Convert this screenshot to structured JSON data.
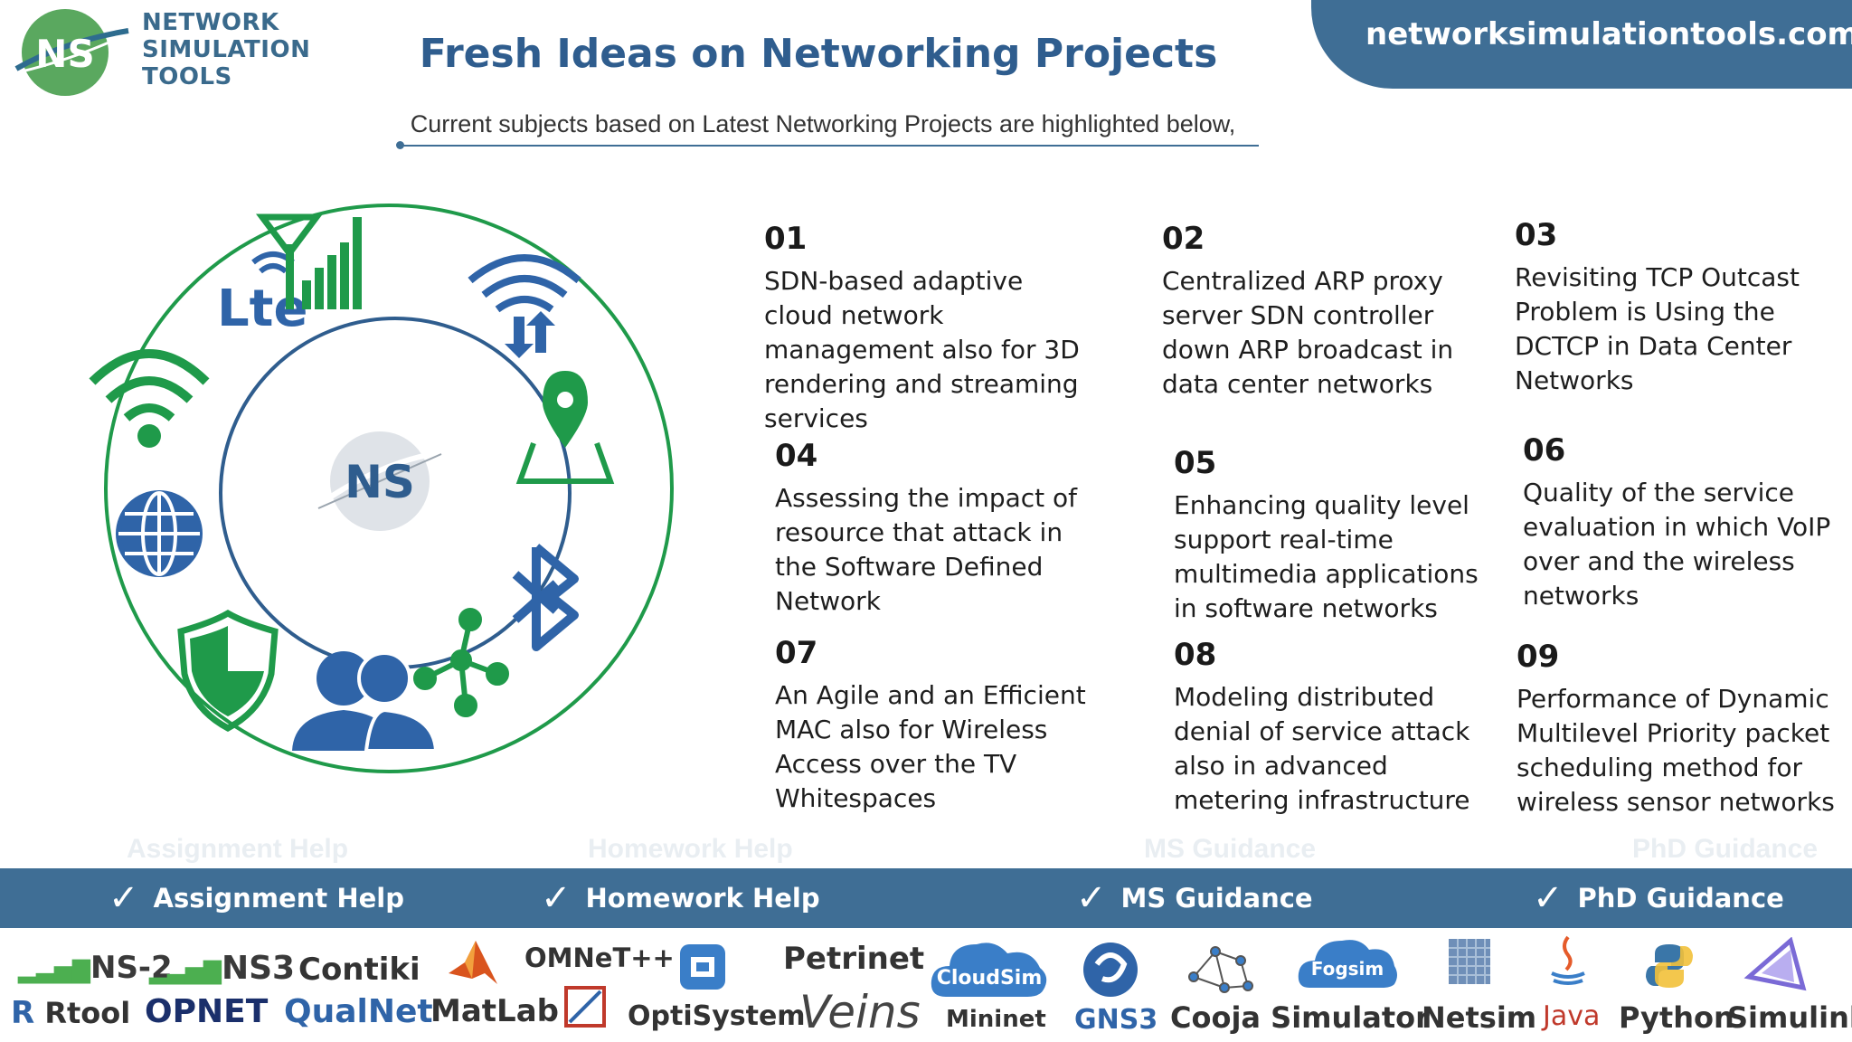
{
  "header": {
    "logo_initials": "NS",
    "logo_lines": [
      "NETWORK",
      "SIMULATION",
      "TOOLS"
    ],
    "site_url": "networksimulationtools.com",
    "title": "Fresh Ideas on Networking Projects",
    "subtitle": "Current subjects based on Latest Networking Projects are highlighted below,"
  },
  "graphic": {
    "center_label": "NS",
    "lte_label": "Lte",
    "icons": [
      "lte-icon",
      "signal-bars-icon",
      "wifi-transfer-icon",
      "map-pin-icon",
      "bluetooth-icon",
      "network-node-icon",
      "users-icon",
      "shield-icon",
      "globe-icon",
      "wifi-icon"
    ]
  },
  "topics": [
    {
      "num": "01",
      "text": "SDN-based adaptive cloud network management also for 3D rendering and streaming services"
    },
    {
      "num": "02",
      "text": "Centralized ARP proxy server SDN controller down ARP broadcast in data center networks"
    },
    {
      "num": "03",
      "text": "Revisiting TCP Outcast Problem is  Using  the DCTCP in Data Center Networks"
    },
    {
      "num": "04",
      "text": "Assessing the impact of resource that  attack in the Software Defined Network"
    },
    {
      "num": "05",
      "text": "Enhancing  quality level support  real-time multimedia applications in software networks"
    },
    {
      "num": "06",
      "text": "Quality of the  service evaluation in which  VoIP over and the  wireless networks"
    },
    {
      "num": "07",
      "text": "An Agile and an  Efficient MAC also for Wireless Access over the  TV Whitespaces"
    },
    {
      "num": "08",
      "text": "Modeling distributed denial of service attack also in advanced metering infrastructure"
    },
    {
      "num": "09",
      "text": "Performance  of Dynamic Multilevel Priority  packet scheduling method for wireless sensor networks"
    }
  ],
  "services": [
    "Assignment Help",
    "Homework Help",
    "MS  Guidance",
    "PhD  Guidance"
  ],
  "tools": {
    "ns2": "NS-2",
    "ns3": "NS3",
    "contiki": "Contiki",
    "omnet": "OMNeT++",
    "petrinet": "Petrinet",
    "cloudsim": "CloudSim",
    "fogsim": "Fogsim",
    "rtool": "Rtool",
    "opnet": "OPNET",
    "qualnet": "QualNet",
    "matlab": "MatLab",
    "optisystem": "OptiSystem",
    "veins": "Veins",
    "mininet": "Mininet",
    "gns3": "GNS3",
    "cooja": "Cooja Simulator",
    "netsim": "Netsim",
    "java": "Java",
    "python": "Python",
    "simulink": "Simulink"
  },
  "colors": {
    "brand_blue": "#3f6e95",
    "title_blue": "#2f5d8e",
    "green": "#1f9a4a",
    "icon_blue": "#2f64a8"
  }
}
